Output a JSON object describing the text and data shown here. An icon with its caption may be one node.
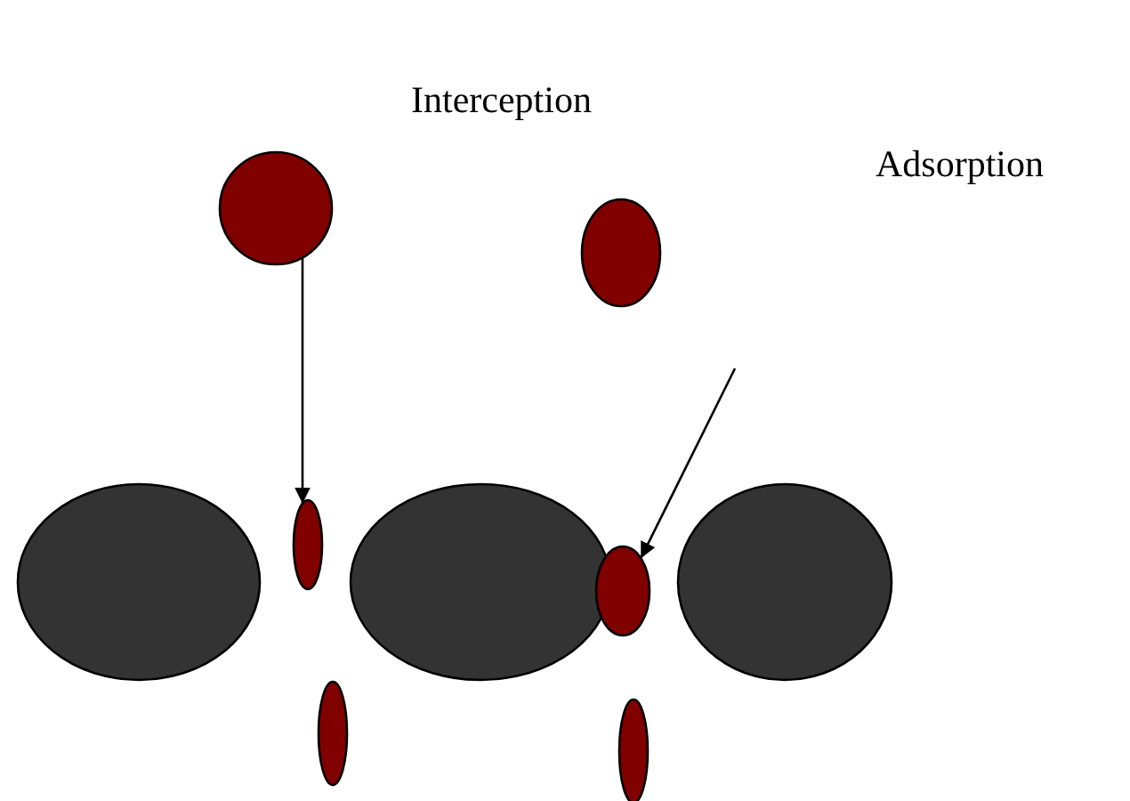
{
  "diagram": {
    "nodes": [
      {
        "text": [],
        "shape": "circle"
      },
      {
        "text": [],
        "shape": "ellipse"
      },
      {
        "text": [],
        "shape": "ellipse"
      },
      {
        "text": [],
        "shape": "ellipse"
      },
      {
        "text": [],
        "shape": "ellipse"
      },
      {
        "text": [],
        "shape": "ellipse"
      },
      {
        "text": [],
        "shape": "ellipse"
      },
      {
        "text": [],
        "shape": "ellipse"
      },
      {
        "text": [],
        "shape": "ellipse"
      }
    ],
    "edges": [
      {
        "from": 0,
        "to": 5,
        "arrow": "to"
      },
      {
        "from": null,
        "to": 6,
        "arrow": "to"
      }
    ],
    "labels": [
      "Interception",
      "Adsorption"
    ]
  }
}
